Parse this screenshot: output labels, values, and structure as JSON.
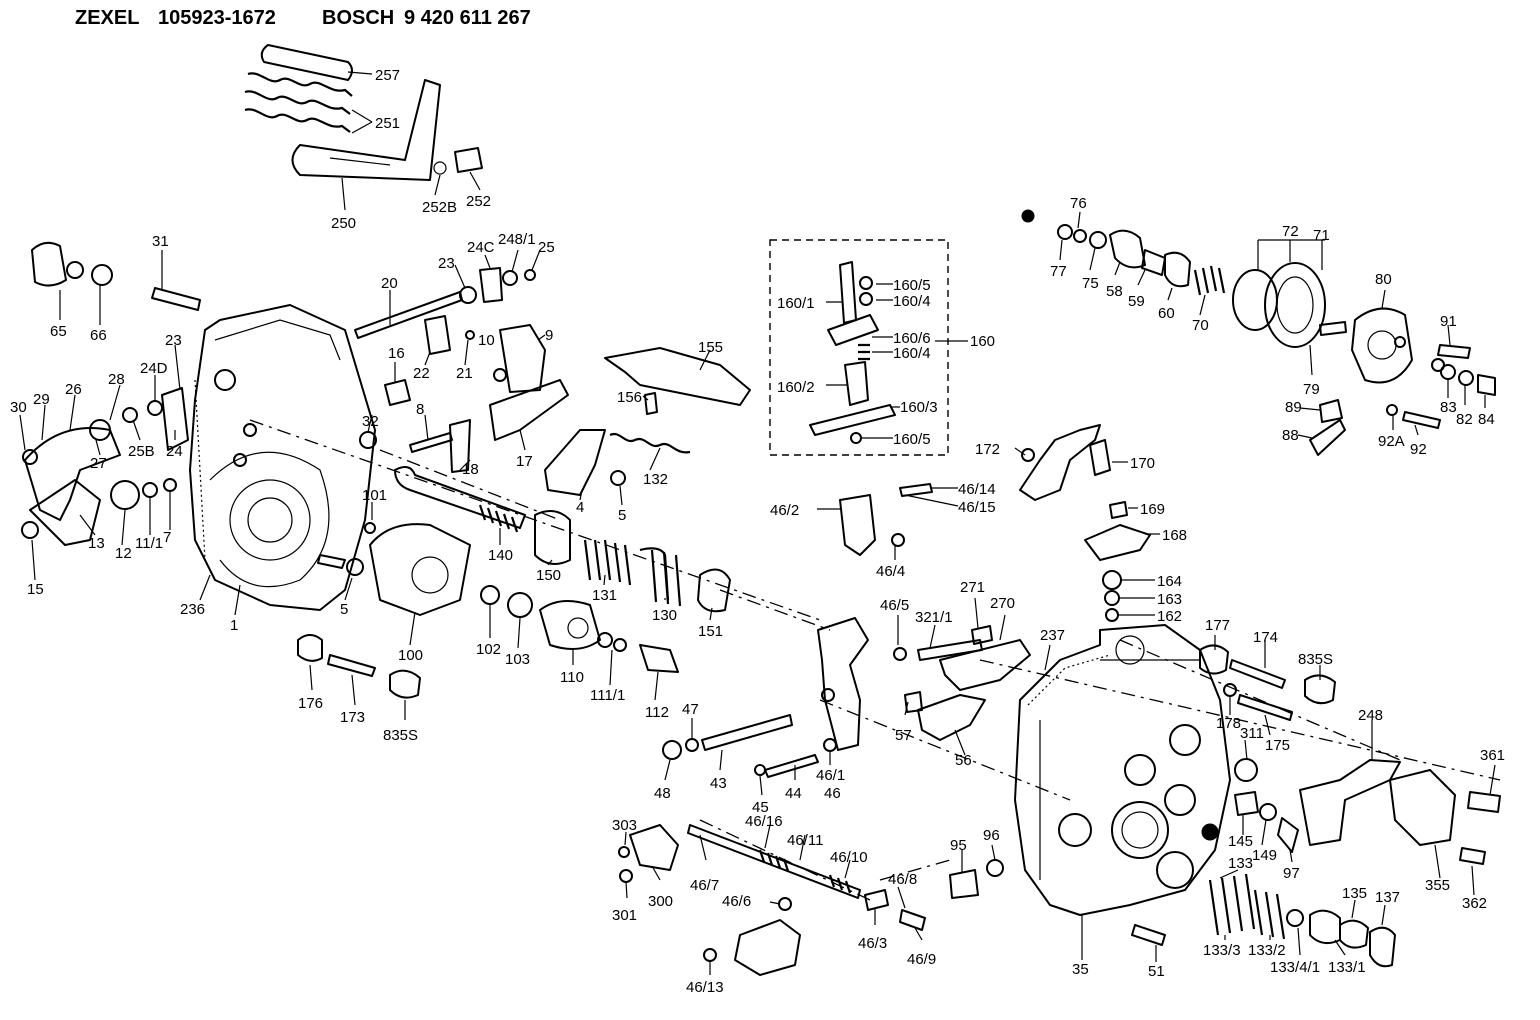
{
  "header": {
    "brand1": "ZEXEL",
    "part1": "105923-1672",
    "brand2": "BOSCH",
    "part2": "9 420 611 267"
  },
  "labels": {
    "l257": "257",
    "l251": "251",
    "l250": "250",
    "l252B": "252B",
    "l252": "252",
    "l31": "31",
    "l65": "65",
    "l66": "66",
    "l20": "20",
    "l23a": "23",
    "l24C": "24C",
    "l248_1": "248/1",
    "l25": "25",
    "l16": "16",
    "l22": "22",
    "l21": "21",
    "l10": "10",
    "l9": "9",
    "l23b": "23",
    "l24D": "24D",
    "l28": "28",
    "l26": "26",
    "l29": "29",
    "l30": "30",
    "l25B": "25B",
    "l24": "24",
    "l27": "27",
    "l32": "32",
    "l8": "8",
    "l18": "18",
    "l17": "17",
    "l12": "12",
    "l11_1": "11/1",
    "l7": "7",
    "l13": "13",
    "l15": "15",
    "l236": "236",
    "l1": "1",
    "l101": "101",
    "l5a": "5",
    "l100": "100",
    "l140": "140",
    "l4": "4",
    "l5b": "5",
    "l132": "132",
    "l155": "155",
    "l156": "156",
    "l150": "150",
    "l131": "131",
    "l130": "130",
    "l151": "151",
    "l102": "102",
    "l103": "103",
    "l110": "110",
    "l111_1": "111/1",
    "l112": "112",
    "l176": "176",
    "l173": "173",
    "l835S_a": "835S",
    "l48": "48",
    "l47": "47",
    "l43": "43",
    "l45": "45",
    "l44": "44",
    "l46_1": "46/1",
    "l46": "46",
    "l303": "303",
    "l300": "300",
    "l301": "301",
    "l46_7": "46/7",
    "l46_16": "46/16",
    "l46_11": "46/11",
    "l46_10": "46/10",
    "l46_6": "46/6",
    "l46_8": "46/8",
    "l46_3": "46/3",
    "l46_9": "46/9",
    "l46_13": "46/13",
    "l160_5a": "160/5",
    "l160_1": "160/1",
    "l160_4a": "160/4",
    "l160_6": "160/6",
    "l160": "160",
    "l160_4b": "160/4",
    "l160_2": "160/2",
    "l160_3": "160/3",
    "l160_5b": "160/5",
    "l46_14": "46/14",
    "l46_2": "46/2",
    "l46_15": "46/15",
    "l46_4": "46/4",
    "l46_5": "46/5",
    "l321_1": "321/1",
    "l270": "270",
    "l271": "271",
    "l57": "57",
    "l56": "56",
    "l237": "237",
    "l172": "172",
    "l170": "170",
    "l169": "169",
    "l168": "168",
    "l164": "164",
    "l163": "163",
    "l162": "162",
    "l177": "177",
    "l174": "174",
    "l835S_b": "835S",
    "l178": "178",
    "l175": "175",
    "l311": "311",
    "l248": "248",
    "l361": "361",
    "l145": "145",
    "l149": "149",
    "l97": "97",
    "l355": "355",
    "l362": "362",
    "l95": "95",
    "l96": "96",
    "l133": "133",
    "l135": "135",
    "l137": "137",
    "l133_3": "133/3",
    "l133_2": "133/2",
    "l133_4_1": "133/4/1",
    "l133_1": "133/1",
    "l35": "35",
    "l51": "51",
    "l76": "76",
    "l77": "77",
    "l75": "75",
    "l58": "58",
    "l59": "59",
    "l60": "60",
    "l70": "70",
    "l72": "72",
    "l71": "71",
    "l80": "80",
    "l91": "91",
    "l79": "79",
    "l89": "89",
    "l88": "88",
    "l83": "83",
    "l82": "82",
    "l84": "84",
    "l92A": "92A",
    "l92": "92"
  }
}
